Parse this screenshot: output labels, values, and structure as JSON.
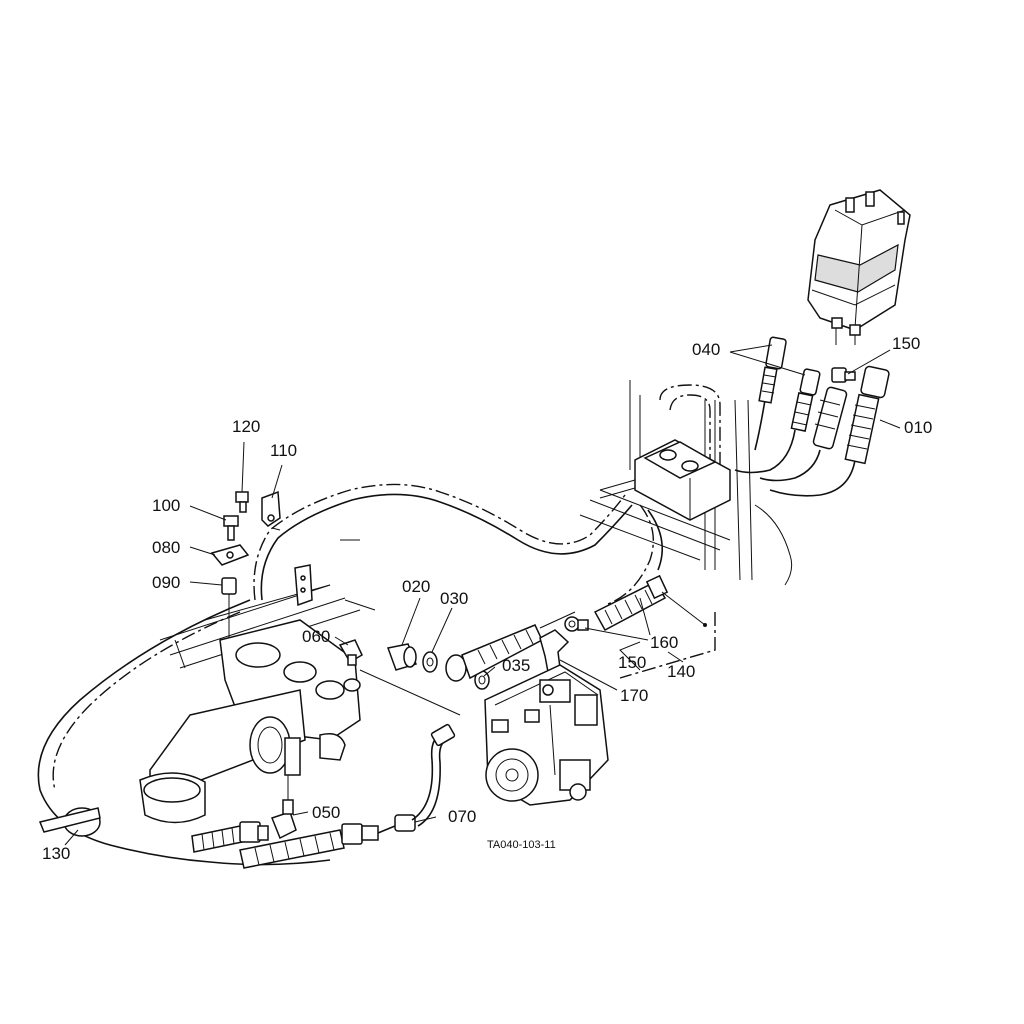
{
  "callouts": {
    "p010": "010",
    "p020": "020",
    "p030": "030",
    "p035": "035",
    "p040": "040",
    "p050": "050",
    "p060": "060",
    "p070": "070",
    "p080": "080",
    "p090": "090",
    "p100": "100",
    "p110": "110",
    "p120": "120",
    "p130": "130",
    "p140": "140",
    "p150a": "150",
    "p150b": "150",
    "p160": "160",
    "p170": "170"
  },
  "reference_code": "TA040-103-11"
}
